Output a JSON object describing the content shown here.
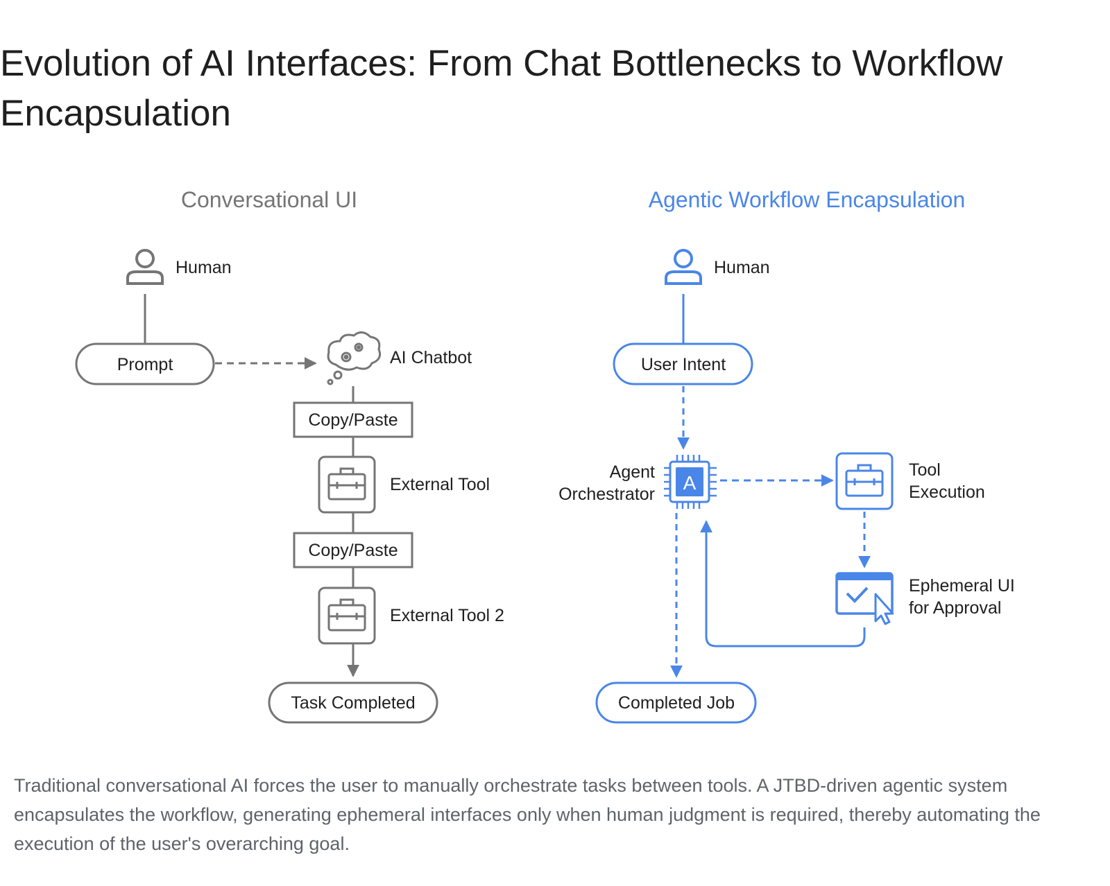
{
  "title": "Evolution of AI Interfaces: From Chat Bottlenecks to Workflow Encapsulation",
  "colors": {
    "gray": "#757575",
    "blue": "#4a86e8",
    "text": "#1f1f1f",
    "caption": "#5f6368"
  },
  "left": {
    "heading": "Conversational UI",
    "human": "Human",
    "prompt": "Prompt",
    "chatbot": "AI Chatbot",
    "copy_paste_1": "Copy/Paste",
    "tool_1": "External Tool",
    "copy_paste_2": "Copy/Paste",
    "tool_2": "External Tool 2",
    "done": "Task Completed"
  },
  "right": {
    "heading": "Agentic Workflow Encapsulation",
    "human": "Human",
    "intent": "User Intent",
    "orchestrator_line1": "Agent",
    "orchestrator_line2": "Orchestrator",
    "chip_letter": "A",
    "tool_line1": "Tool",
    "tool_line2": "Execution",
    "ui_line1": "Ephemeral UI",
    "ui_line2": "for Approval",
    "done": "Completed Job"
  },
  "icons": {
    "human": "person-icon",
    "chatbot": "thought-bubble-gears-icon",
    "tool": "toolbox-icon",
    "orchestrator": "ai-chip-icon",
    "approval": "approval-window-cursor-icon"
  },
  "caption": "Traditional conversational AI forces the user to manually orchestrate tasks between tools. A JTBD-driven agentic system encapsulates the workflow, generating ephemeral interfaces only when human judgment is required, thereby automating the execution of the user's overarching goal."
}
